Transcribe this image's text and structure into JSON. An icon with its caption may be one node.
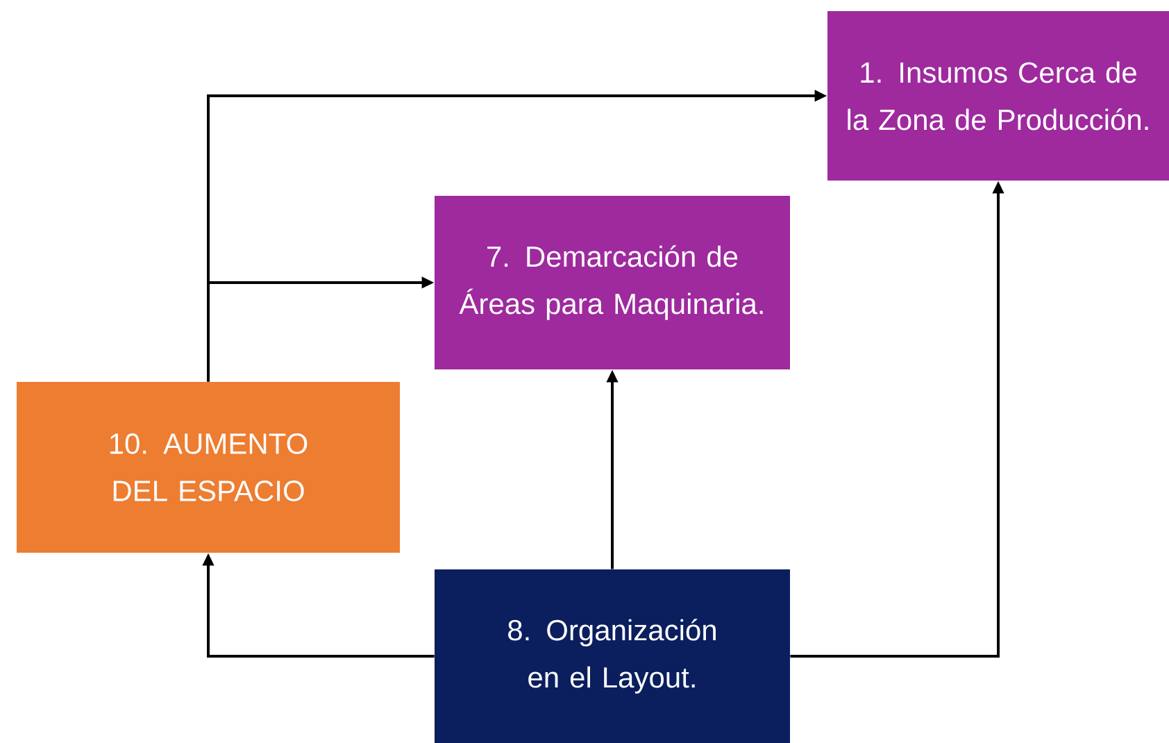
{
  "diagram": {
    "nodes": [
      {
        "text": [
          "1. Insumos Cerca de la Zona de Producción."
        ]
      },
      {
        "text": [
          "7. Demarcación de Áreas para Maquinaria."
        ]
      },
      {
        "text": [
          "10. AUMENTO DEL ESPACIO"
        ]
      },
      {
        "text": [
          "8. Organización en el Layout."
        ]
      }
    ],
    "edges": [
      {
        "from": 2,
        "to": 0,
        "arrow": "to"
      },
      {
        "from": 2,
        "to": 1,
        "arrow": "to"
      },
      {
        "from": 3,
        "to": 2,
        "arrow": "to"
      },
      {
        "from": 3,
        "to": 1,
        "arrow": "to"
      },
      {
        "from": 3,
        "to": 0,
        "arrow": "to"
      }
    ]
  }
}
